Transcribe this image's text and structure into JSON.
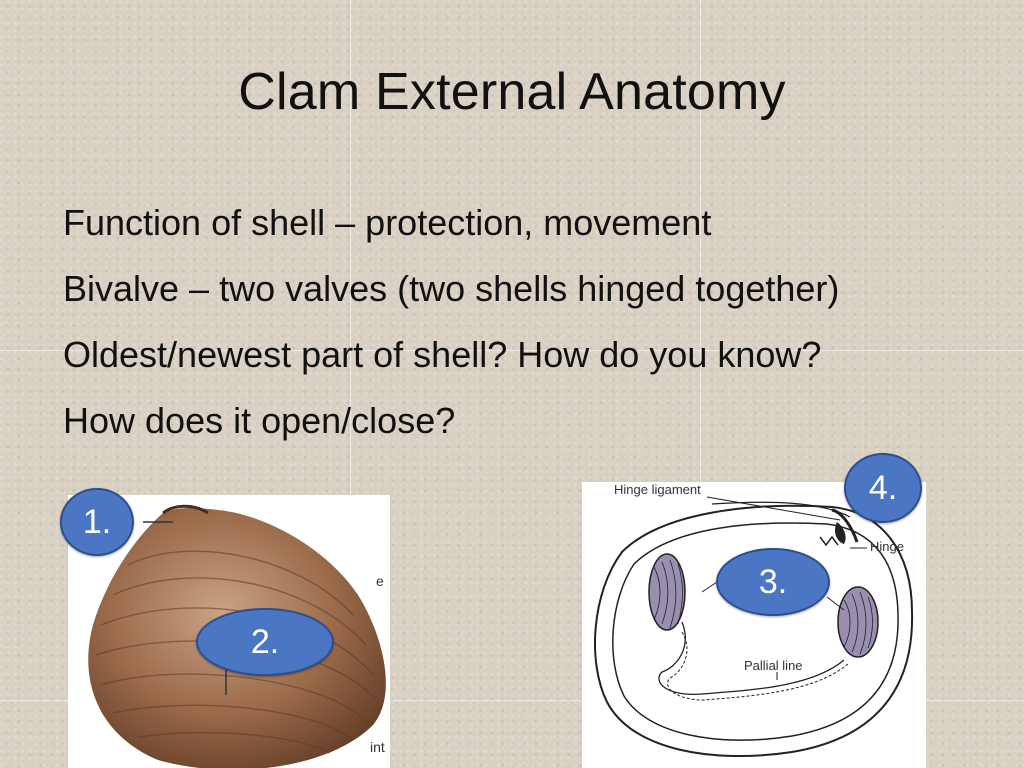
{
  "slide": {
    "title": "Clam External Anatomy",
    "bullets": [
      "Function of shell – protection, movement",
      "Bivalve – two valves (two shells hinged together)",
      "Oldest/newest part of shell? How do you know?",
      "How does it open/close?"
    ]
  },
  "badges": [
    "1.",
    "2.",
    "3.",
    "4."
  ],
  "diagram": {
    "hinge_ligament": "Hinge ligament",
    "hinge": "Hinge",
    "pallial_line": "Pallial line"
  },
  "photo": {
    "edge_label_top": "e",
    "edge_label_bottom": "int"
  },
  "colors": {
    "background": "#d8d0c2",
    "badge_fill": "#4a76c4",
    "badge_border": "#2d4f8f",
    "shell_brown": "#8a5a3c",
    "muscle_scar": "#9a8fb0"
  }
}
